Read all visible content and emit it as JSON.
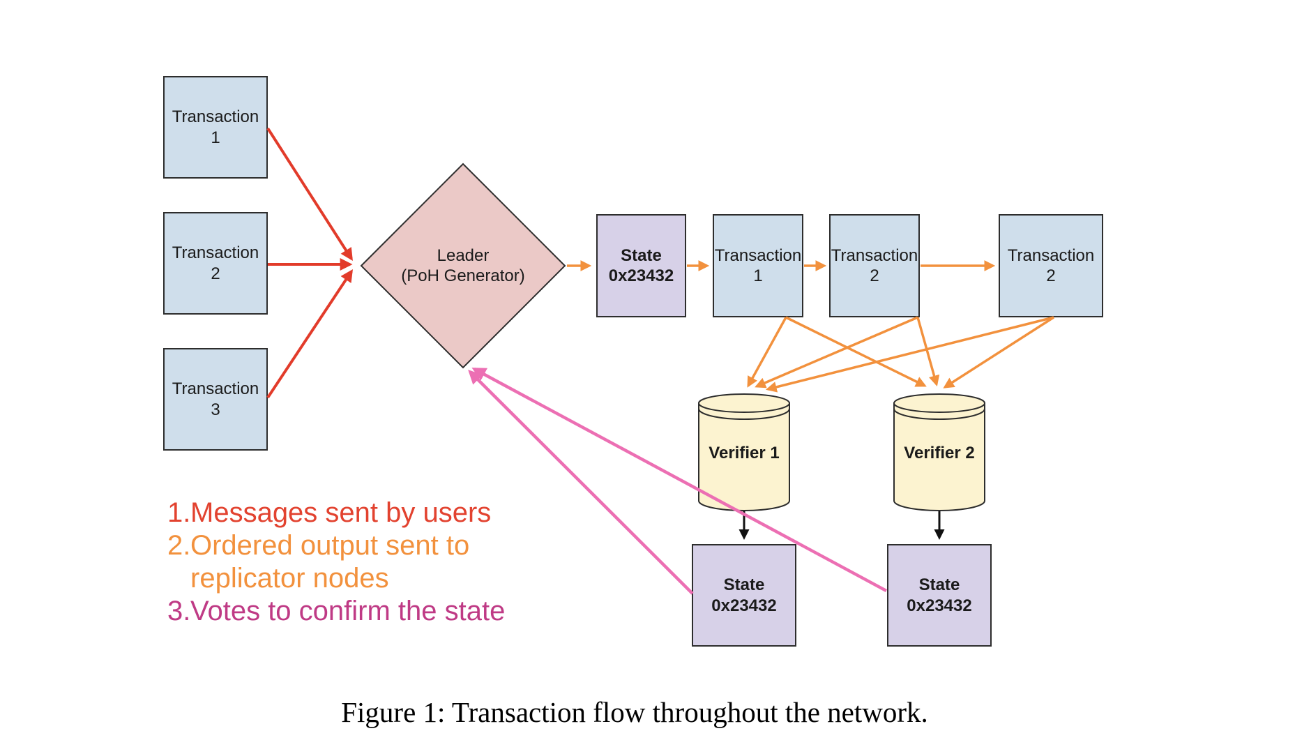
{
  "figure": {
    "caption": "Figure 1: Transaction flow throughout the network."
  },
  "nodes": {
    "tx1": {
      "label": "Transaction\n1"
    },
    "tx2": {
      "label": "Transaction\n2"
    },
    "tx3": {
      "label": "Transaction\n3"
    },
    "leader": {
      "label": "Leader\n(PoH Generator)"
    },
    "state_chain": {
      "label": "State\n0x23432"
    },
    "chain_tx1": {
      "label": "Transaction\n1"
    },
    "chain_tx2": {
      "label": "Transaction\n2"
    },
    "chain_tx2b": {
      "label": "Transaction\n2"
    },
    "verifier1": {
      "label": "Verifier 1"
    },
    "verifier2": {
      "label": "Verifier 2"
    },
    "state_v1": {
      "label": "State\n0x23432"
    },
    "state_v2": {
      "label": "State\n0x23432"
    }
  },
  "legend": {
    "items": [
      {
        "number": "1.",
        "text": "Messages sent by users",
        "color": "#e2422f"
      },
      {
        "number": "2.",
        "text": "Ordered output sent to replicator nodes",
        "color": "#f2913d"
      },
      {
        "number": "3.",
        "text": "Votes to confirm the state",
        "color": "#bf3a85"
      }
    ]
  },
  "colors": {
    "transaction_box": "#cfdeeb",
    "state_box": "#d7d1e8",
    "leader_diamond": "#ebc9c7",
    "verifier_cylinder": "#fcf3d0",
    "shape_border": "#2d2d2d",
    "arrow_user_messages": "#e23b2a",
    "arrow_ordered_output": "#f2913d",
    "arrow_votes": "#ec6fb3",
    "arrow_state_commit": "#111111",
    "label_text": "#1a1a1a"
  }
}
